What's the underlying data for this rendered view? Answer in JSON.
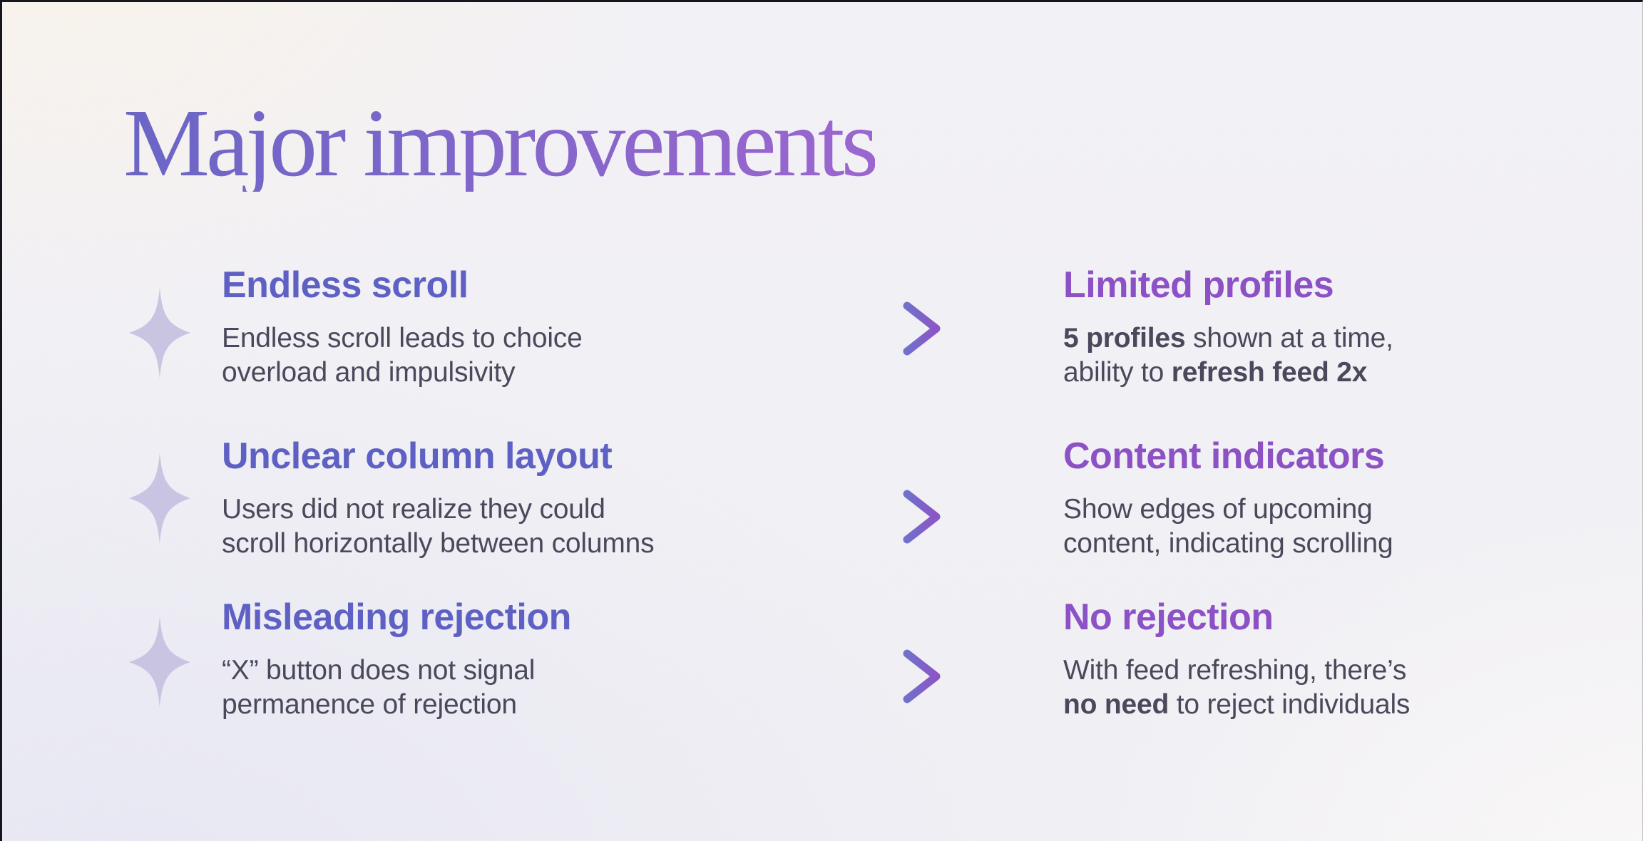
{
  "title": "Major improvements",
  "colors": {
    "title_from": "#6a66c6",
    "title_to": "#9b66cf",
    "issue_heading": "#5e61c3",
    "improvement_heading": "#8d51c6",
    "body_text": "#4a495c",
    "sparkle": "#c8c4e1",
    "arrow_from": "#7170cb",
    "arrow_to": "#8c55c6",
    "bg_warm": "#f8f2ea",
    "bg_lavender": "#e7e7f3",
    "bg_light": "#f2f1f5",
    "edge": "#16161f"
  },
  "icons": {
    "row_marker": "sparkle-icon",
    "transition": "arrow-right-icon"
  },
  "rows": [
    {
      "issue": {
        "heading": "Endless scroll",
        "body": [
          {
            "text": "Endless scroll leads to choice\noverload and impulsivity",
            "bold": false
          }
        ]
      },
      "improvement": {
        "heading": "Limited profiles",
        "body": [
          {
            "text": "5 profiles",
            "bold": true
          },
          {
            "text": " shown at a time,\nability to ",
            "bold": false
          },
          {
            "text": "refresh feed 2x",
            "bold": true
          }
        ]
      }
    },
    {
      "issue": {
        "heading": "Unclear column layout",
        "body": [
          {
            "text": "Users did not realize they could\nscroll horizontally between columns",
            "bold": false
          }
        ]
      },
      "improvement": {
        "heading": "Content indicators",
        "body": [
          {
            "text": "Show edges of upcoming\ncontent, indicating scrolling",
            "bold": false
          }
        ]
      }
    },
    {
      "issue": {
        "heading": "Misleading rejection",
        "body": [
          {
            "text": "“X” button does not signal\npermanence of rejection",
            "bold": false
          }
        ]
      },
      "improvement": {
        "heading": "No rejection",
        "body": [
          {
            "text": "With feed refreshing, there’s\n",
            "bold": false
          },
          {
            "text": "no need",
            "bold": true
          },
          {
            "text": " to reject individuals",
            "bold": false
          }
        ]
      }
    }
  ]
}
